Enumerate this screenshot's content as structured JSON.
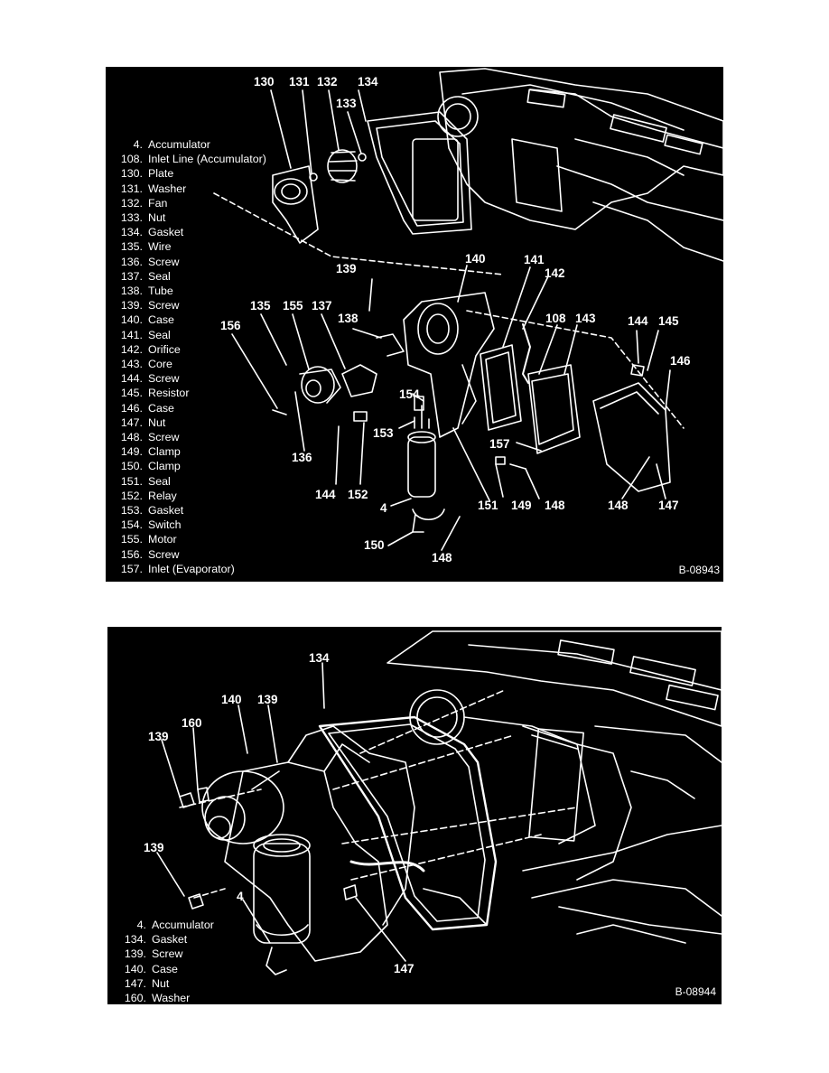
{
  "figures": [
    {
      "id": "B-08943",
      "legend": [
        {
          "num": "4.",
          "label": "Accumulator"
        },
        {
          "num": "108.",
          "label": "Inlet Line (Accumulator)"
        },
        {
          "num": "130.",
          "label": "Plate"
        },
        {
          "num": "131.",
          "label": "Washer"
        },
        {
          "num": "132.",
          "label": "Fan"
        },
        {
          "num": "133.",
          "label": "Nut"
        },
        {
          "num": "134.",
          "label": "Gasket"
        },
        {
          "num": "135.",
          "label": "Wire"
        },
        {
          "num": "136.",
          "label": "Screw"
        },
        {
          "num": "137.",
          "label": "Seal"
        },
        {
          "num": "138.",
          "label": "Tube"
        },
        {
          "num": "139.",
          "label": "Screw"
        },
        {
          "num": "140.",
          "label": "Case"
        },
        {
          "num": "141.",
          "label": "Seal"
        },
        {
          "num": "142.",
          "label": "Orifice"
        },
        {
          "num": "143.",
          "label": "Core"
        },
        {
          "num": "144.",
          "label": "Screw"
        },
        {
          "num": "145.",
          "label": "Resistor"
        },
        {
          "num": "146.",
          "label": "Case"
        },
        {
          "num": "147.",
          "label": "Nut"
        },
        {
          "num": "148.",
          "label": "Screw"
        },
        {
          "num": "149.",
          "label": "Clamp"
        },
        {
          "num": "150.",
          "label": "Clamp"
        },
        {
          "num": "151.",
          "label": "Seal"
        },
        {
          "num": "152.",
          "label": "Relay"
        },
        {
          "num": "153.",
          "label": "Gasket"
        },
        {
          "num": "154.",
          "label": "Switch"
        },
        {
          "num": "155.",
          "label": "Motor"
        },
        {
          "num": "156.",
          "label": "Screw"
        },
        {
          "num": "157.",
          "label": "Inlet (Evaporator)"
        }
      ],
      "callouts": [
        "130",
        "131",
        "132",
        "134",
        "133",
        "139",
        "140",
        "141",
        "142",
        "135",
        "155",
        "137",
        "138",
        "108",
        "143",
        "144",
        "145",
        "156",
        "146",
        "154",
        "153",
        "157",
        "136",
        "144",
        "152",
        "4",
        "151",
        "149",
        "148",
        "148",
        "147",
        "150",
        "148"
      ]
    },
    {
      "id": "B-08944",
      "legend": [
        {
          "num": "4.",
          "label": "Accumulator"
        },
        {
          "num": "134.",
          "label": "Gasket"
        },
        {
          "num": "139.",
          "label": "Screw"
        },
        {
          "num": "140.",
          "label": "Case"
        },
        {
          "num": "147.",
          "label": "Nut"
        },
        {
          "num": "160.",
          "label": "Washer"
        }
      ],
      "callouts": [
        "134",
        "140",
        "139",
        "160",
        "139",
        "139",
        "4",
        "147"
      ]
    }
  ]
}
